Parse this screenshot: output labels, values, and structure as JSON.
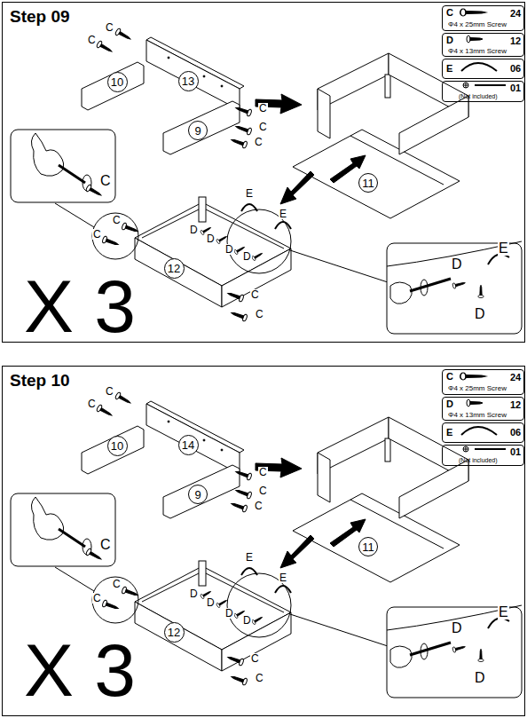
{
  "diagram": {
    "nodes": [
      {
        "text": [
          "Step 09"
        ]
      },
      {
        "text": [
          "C",
          "Φ4 x 25mm Screw",
          "24"
        ],
        "in": 0
      },
      {
        "text": [
          "D",
          "Φ4 x 13mm Screw",
          "12"
        ],
        "in": 0
      },
      {
        "text": [
          "E",
          "06"
        ],
        "in": 0
      },
      {
        "text": [
          "(Not included)",
          "01"
        ],
        "in": 0
      },
      {
        "text": [
          "10"
        ],
        "in": 0
      },
      {
        "text": [
          "13"
        ],
        "in": 0
      },
      {
        "text": [
          "9"
        ],
        "in": 0
      },
      {
        "text": [
          "11"
        ],
        "in": 0
      },
      {
        "text": [
          "12"
        ],
        "in": 0
      },
      {
        "text": [
          "Step 10"
        ]
      },
      {
        "text": [
          "C",
          "Φ4 x 25mm Screw",
          "24"
        ],
        "in": 10
      },
      {
        "text": [
          "D",
          "Φ4 x 13mm Screw",
          "12"
        ],
        "in": 10
      },
      {
        "text": [
          "E",
          "06"
        ],
        "in": 10
      },
      {
        "text": [
          "(Not included)",
          "01"
        ],
        "in": 10
      },
      {
        "text": [
          "10"
        ],
        "in": 10
      },
      {
        "text": [
          "14"
        ],
        "in": 10
      },
      {
        "text": [
          "9"
        ],
        "in": 10
      },
      {
        "text": [
          "11"
        ],
        "in": 10
      },
      {
        "text": [
          "12"
        ],
        "in": 10
      }
    ],
    "labels": [
      "C",
      "C",
      "C",
      "C",
      "C",
      "C",
      "C",
      "C",
      "C",
      "C",
      "E",
      "E",
      "D",
      "D",
      "D",
      "D",
      "E",
      "D",
      "D",
      "X 3",
      "C",
      "C",
      "C",
      "C",
      "C",
      "C",
      "C",
      "C",
      "C",
      "C",
      "E",
      "E",
      "D",
      "D",
      "D",
      "D",
      "E",
      "D",
      "D",
      "X 3"
    ]
  }
}
